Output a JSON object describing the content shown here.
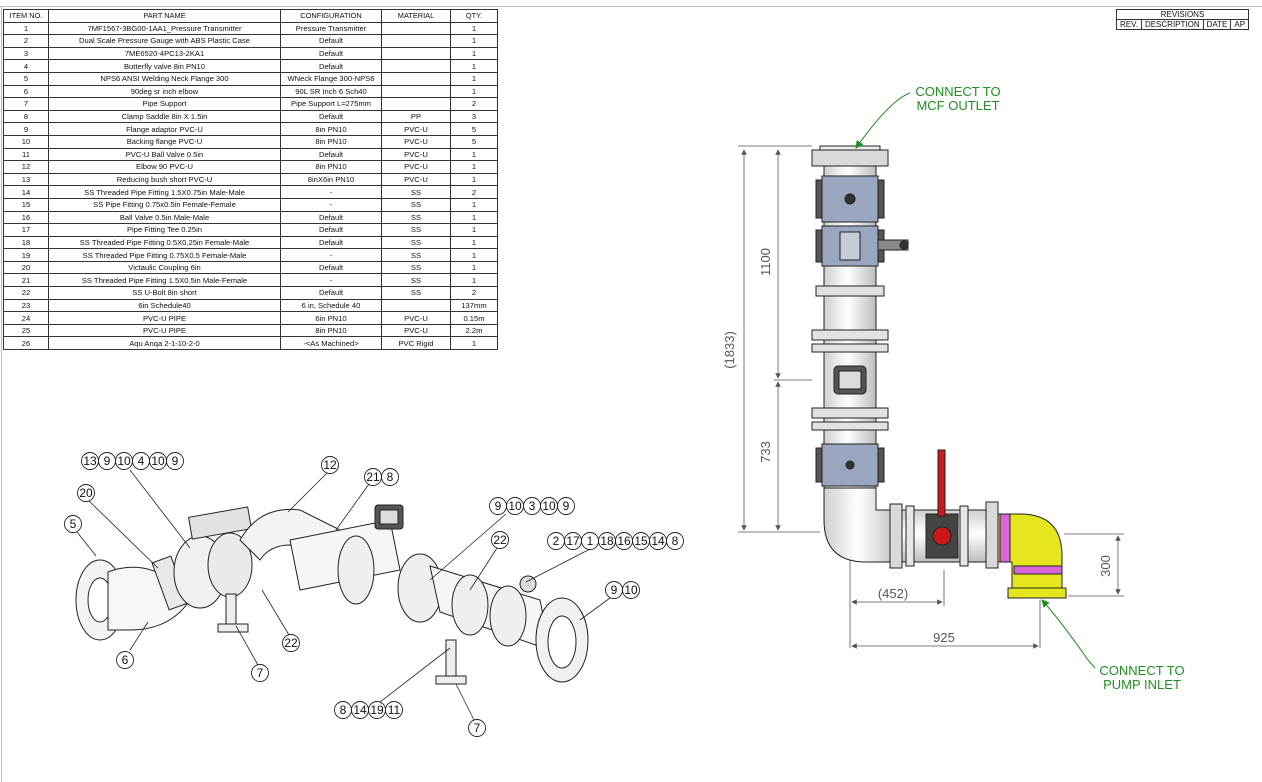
{
  "bom": {
    "headers": [
      "ITEM NO.",
      "PART NAME",
      "CONFIGURATION",
      "MATERIAL",
      "QTY."
    ],
    "rows": [
      [
        "1",
        "7MF1567-3BG00-1AA1_Pressure Transmitter",
        "Pressure Transmitter",
        "",
        "1"
      ],
      [
        "2",
        "Dual Scale Pressure Gauge with ABS Plastic Case",
        "Default",
        "",
        "1"
      ],
      [
        "3",
        "7ME6520-4PC13-2KA1",
        "Default",
        "",
        "1"
      ],
      [
        "4",
        "Butterfly valve 8in PN10",
        "Default",
        "",
        "1"
      ],
      [
        "5",
        "NPS6 ANSI Welding Neck Flange 300",
        "WNeck Flange 300-NPS6",
        "",
        "1"
      ],
      [
        "6",
        "90deg sr inch elbow",
        "90L SR Inch 6 Sch40",
        "",
        "1"
      ],
      [
        "7",
        "Pipe Support",
        "Pipe Support L=275mm",
        "",
        "2"
      ],
      [
        "8",
        "Clamp Saddle 8in X 1.5in",
        "Default",
        "PP",
        "3"
      ],
      [
        "9",
        "Flange adaptor PVC-U",
        "8in PN10",
        "PVC-U",
        "5"
      ],
      [
        "10",
        "Backing flange PVC-U",
        "8in PN10",
        "PVC-U",
        "5"
      ],
      [
        "11",
        "PVC-U Ball Valve 0.5in",
        "Default",
        "PVC-U",
        "1"
      ],
      [
        "12",
        "Elbow 90 PVC-U",
        "8in PN10",
        "PVC-U",
        "1"
      ],
      [
        "13",
        "Reducing bush short PVC-U",
        "8inX6in PN10",
        "PVC-U",
        "1"
      ],
      [
        "14",
        "SS Threaded Pipe Fitting 1.5X0.75in Male-Male",
        "-",
        "SS",
        "2"
      ],
      [
        "15",
        "SS Pipe Fitting 0.75x0.5in Female-Female",
        "-",
        "SS",
        "1"
      ],
      [
        "16",
        "Ball Valve 0.5in Male-Male",
        "Default",
        "SS",
        "1"
      ],
      [
        "17",
        "Pipe Fitting Tee 0.25in",
        "Default",
        "SS",
        "1"
      ],
      [
        "18",
        "SS Threaded Pipe Fitting 0.5X0.25in Female-Male",
        "Default",
        "SS",
        "1"
      ],
      [
        "19",
        "SS Threaded Pipe Fitting 0.75X0.5 Female-Male",
        "-",
        "SS",
        "1"
      ],
      [
        "20",
        "Victaulic Coupling 6in",
        "Default",
        "SS",
        "1"
      ],
      [
        "21",
        "SS Threaded Pipe Fitting 1.5X0.5in Male-Female",
        "-",
        "SS",
        "1"
      ],
      [
        "22",
        "SS U-Bolt 8in short",
        "Default",
        "SS",
        "2"
      ],
      [
        "23",
        "6in Schedule40",
        "6 in, Schedule 40",
        "",
        "137mm"
      ],
      [
        "24",
        "PVC-U PIPE",
        "6in PN10",
        "PVC-U",
        "0.15m"
      ],
      [
        "25",
        "PVC-U PIPE",
        "8in PN10",
        "PVC-U",
        "2.2m"
      ],
      [
        "26",
        "Aqu Anqa 2-1-10-2-0",
        "-<As Machined>",
        "PVC Rigid",
        "1"
      ]
    ]
  },
  "revisions": {
    "title": "REVISIONS",
    "headers": [
      "REV.",
      "DESCRIPTION",
      "DATE",
      "AP"
    ]
  },
  "notes": {
    "outlet_line1": "CONNECT TO",
    "outlet_line2": "MCF OUTLET",
    "inlet_line1": "CONNECT TO",
    "inlet_line2": "PUMP INLET"
  },
  "dimensions": {
    "d1100": "1100",
    "d1833": "(1833)",
    "d733": "733",
    "d452": "(452)",
    "d925": "925",
    "d300": "300"
  },
  "balloons": {
    "group_13_9_10_4_10_9": [
      "13",
      "9",
      "10",
      "4",
      "10",
      "9"
    ],
    "b12": "12",
    "group_21_8": [
      "21",
      "8"
    ],
    "b20": "20",
    "b5": "5",
    "group_9_10_3_10_9": [
      "9",
      "10",
      "3",
      "10",
      "9"
    ],
    "b22a": "22",
    "group_2_17_1_18_16_15_14_8": [
      "2",
      "17",
      "1",
      "18",
      "16",
      "15",
      "14",
      "8"
    ],
    "group_9_10": [
      "9",
      "10"
    ],
    "b6": "6",
    "b7a": "7",
    "b22b": "22",
    "group_8_14_19_11": [
      "8",
      "14",
      "19",
      "11"
    ],
    "b7b": "7"
  },
  "colors": {
    "note_green": "#1f8f1f",
    "line": "#222222",
    "dim": "#555555",
    "yellow_elbow": "#e6e61f",
    "magenta_band": "#d966d9",
    "blue_coupling": "#9aa6bf",
    "red_handle": "#cc1a1a"
  }
}
